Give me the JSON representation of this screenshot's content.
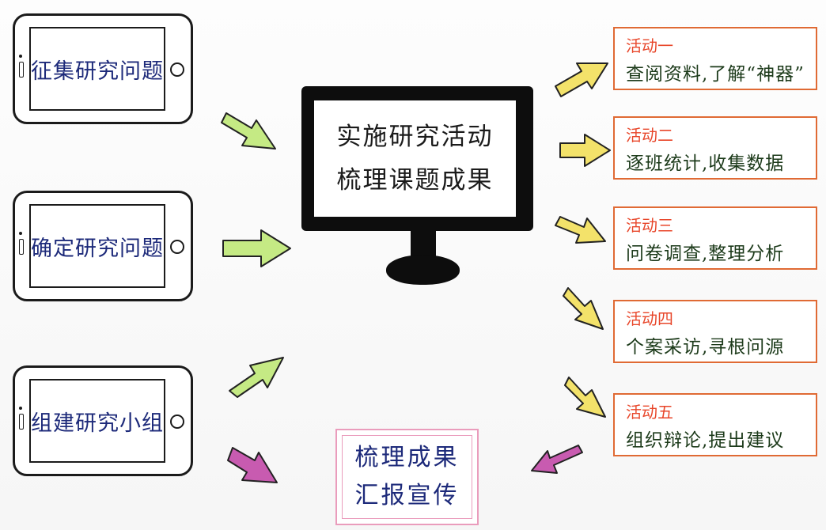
{
  "nodes": {
    "tablets": [
      {
        "label": "征集研究问题"
      },
      {
        "label": "确定研究问题"
      },
      {
        "label": "组建研究小组"
      }
    ],
    "monitor": {
      "line1": "实施研究活动",
      "line2": "梳理课题成果"
    },
    "activities": [
      {
        "title": "活动一",
        "body": "查阅资料,了解“神器”"
      },
      {
        "title": "活动二",
        "body": "逐班统计,收集数据"
      },
      {
        "title": "活动三",
        "body": "问卷调查,整理分析"
      },
      {
        "title": "活动四",
        "body": "个案采访,寻根问源"
      },
      {
        "title": "活动五",
        "body": "组织辩论,提出建议"
      }
    ],
    "summary": {
      "line1": "梳理成果",
      "line2": "汇报宣传"
    }
  },
  "colors": {
    "tablet_text": "#1d2a7a",
    "activity_title": "#e8462a",
    "activity_body": "#1c3a1a",
    "green_arrow": "#c5ea84",
    "yellow_arrow": "#f3e26a",
    "pink_arrow": "#c85bb0",
    "card_border": "#e06a34",
    "summary_border": "#ea9cbc"
  }
}
